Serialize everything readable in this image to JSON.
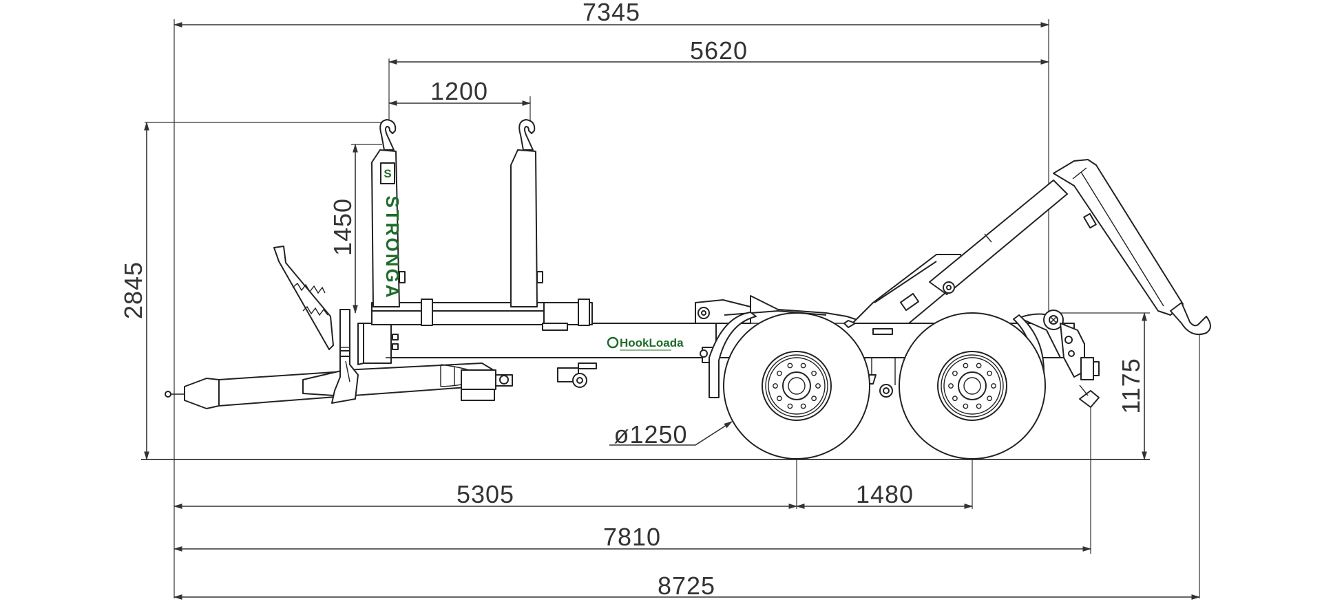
{
  "dimensions": {
    "overall_top": "7345",
    "hook_span": "5620",
    "frame_spacing": "1200",
    "frame_height": "1450",
    "total_height": "2845",
    "hitch_height": "1175",
    "wheel_diameter": "ø1250",
    "tow_to_axle": "5305",
    "axle_spacing": "1480",
    "length_7810": "7810",
    "length_8725": "8725"
  },
  "branding": {
    "frame_label": "STRONGA",
    "trailer_logo": "HookLoada"
  },
  "colors": {
    "brand_green": "#1f6b2a",
    "line": "#222222"
  }
}
